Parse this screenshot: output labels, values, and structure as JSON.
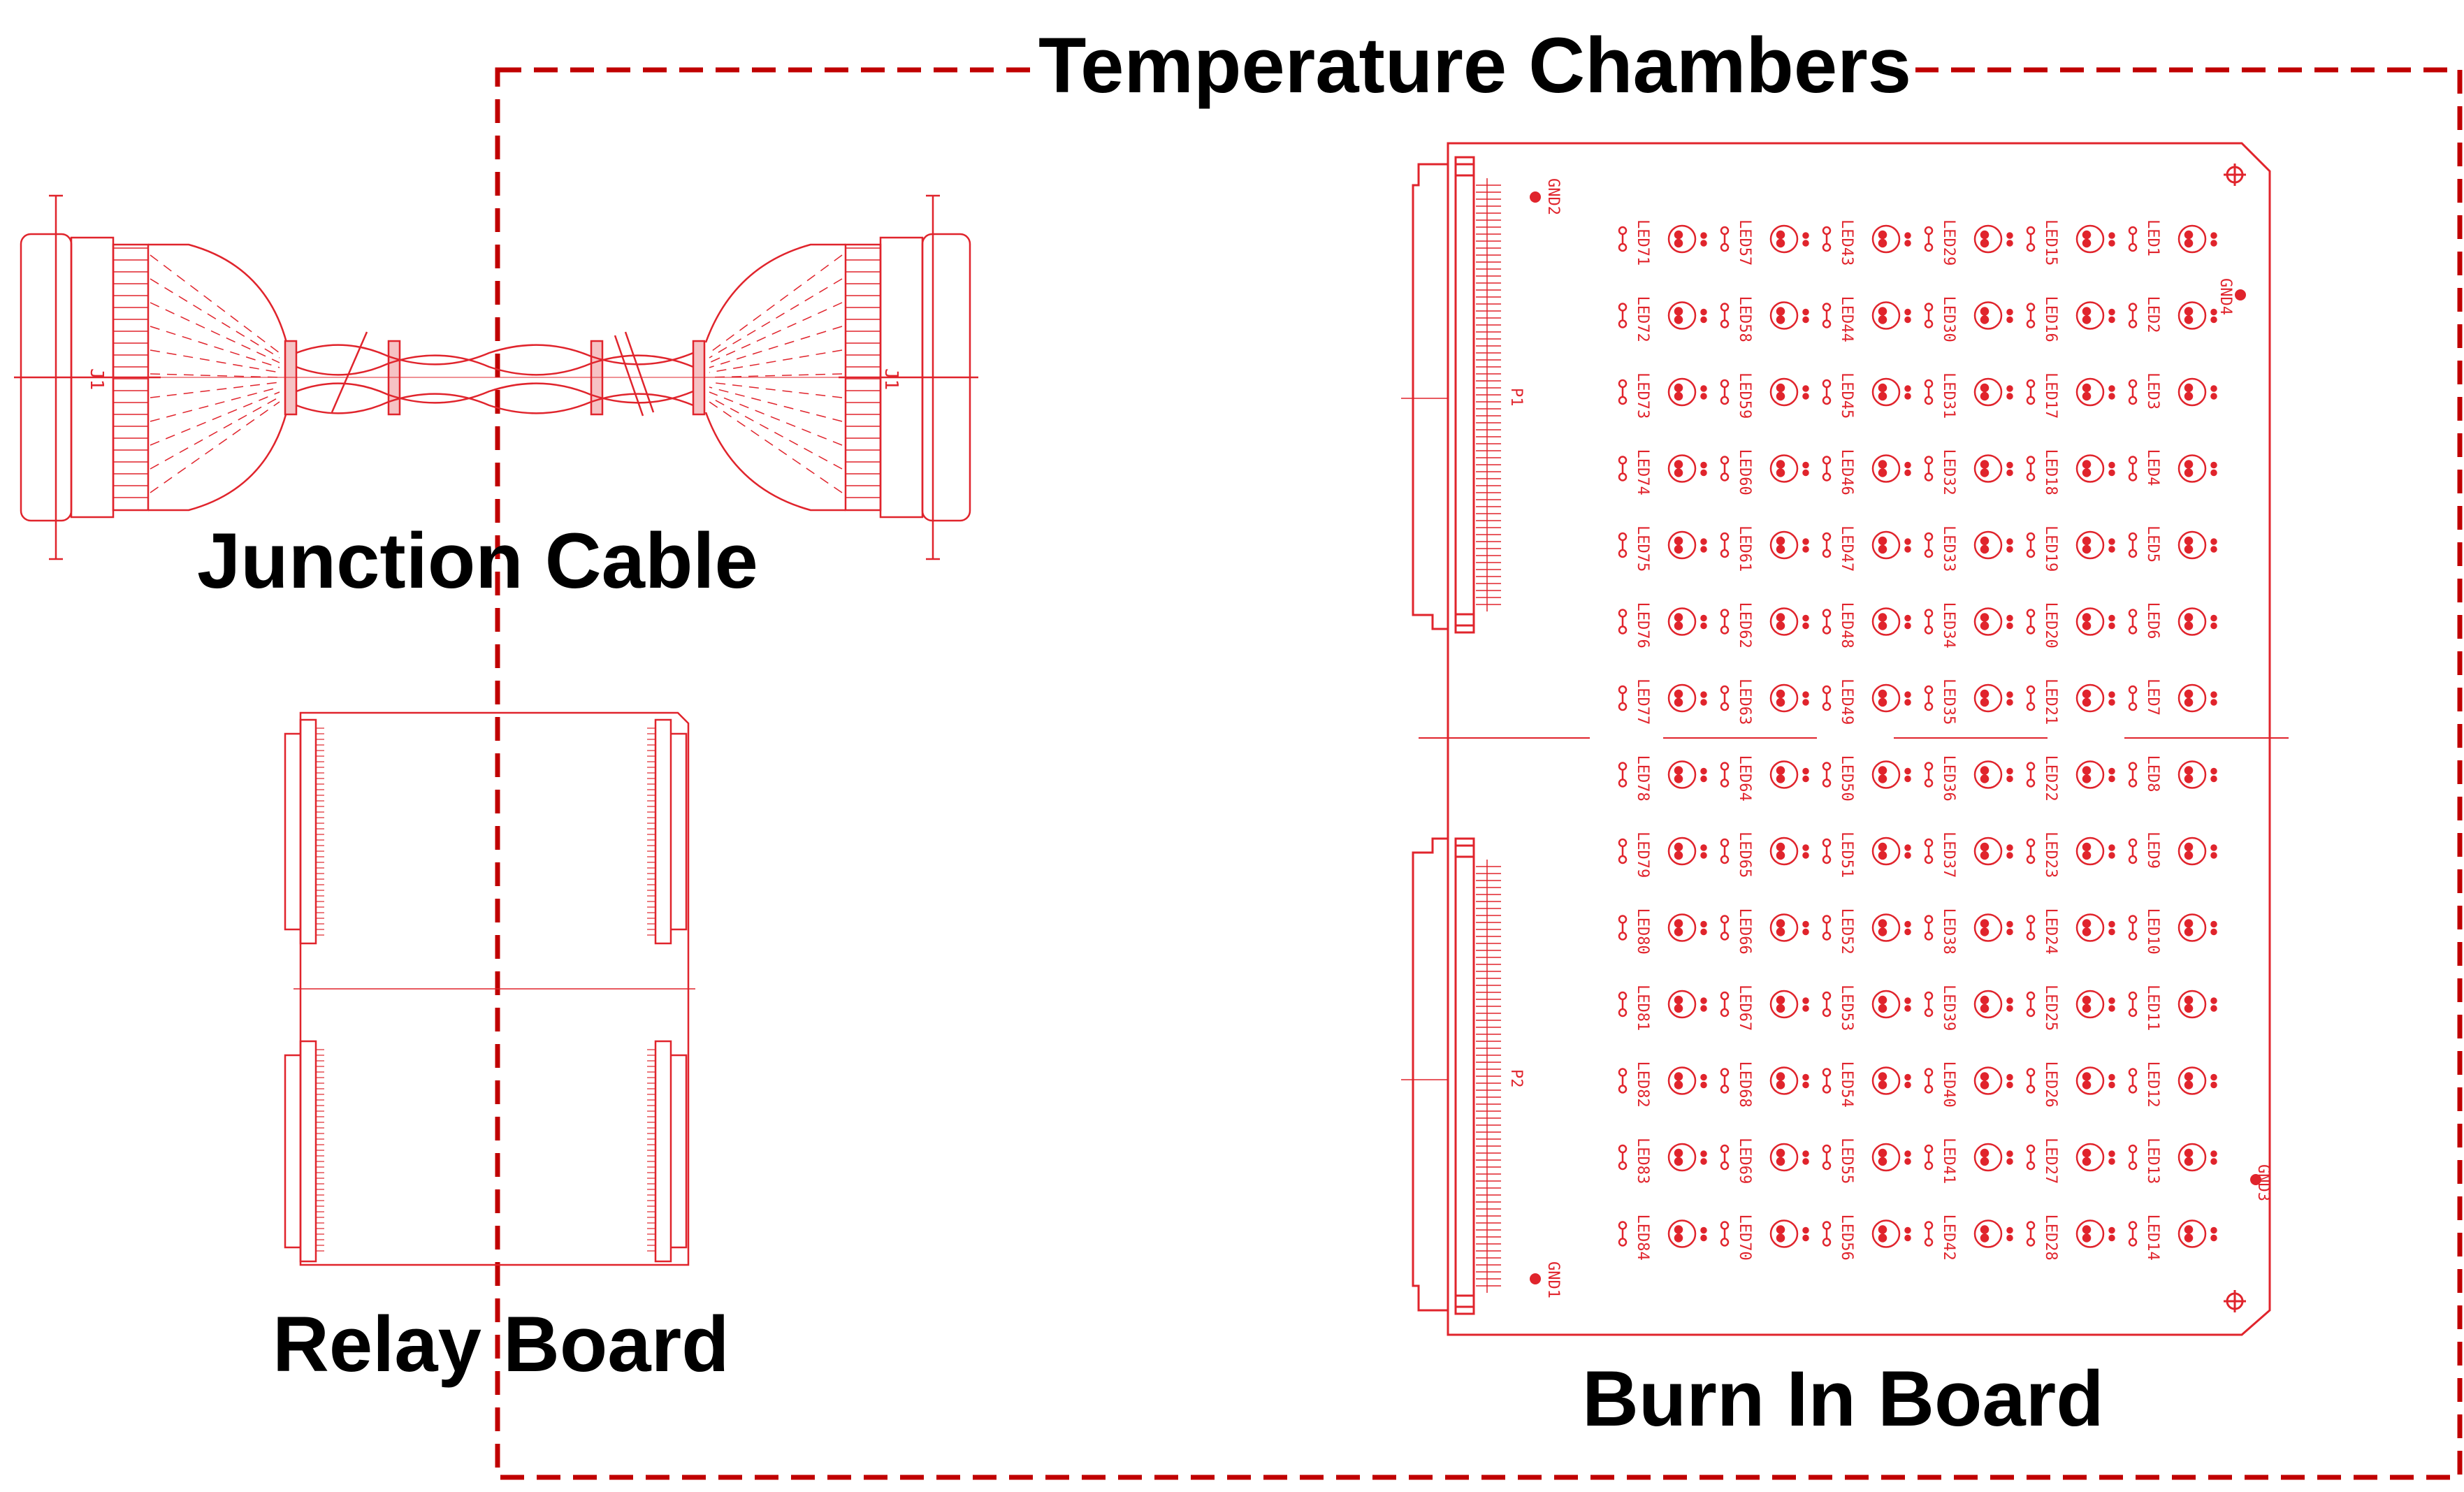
{
  "diagram": {
    "colors": {
      "line": "#e0242c",
      "boundary": "#c00000",
      "text": "#000000"
    },
    "zone": {
      "title": "Temperature Chambers"
    },
    "components": {
      "junction_cable": {
        "label": "Junction Cable",
        "connectors": [
          "J1",
          "J1"
        ]
      },
      "relay_board": {
        "label": "Relay Board"
      },
      "burn_in_board": {
        "label": "Burn In Board",
        "connectors": [
          "P1",
          "P2"
        ],
        "grounds": [
          "GND2",
          "GND4",
          "GND3",
          "GND1"
        ],
        "led_columns": [
          [
            "LED71",
            "LED72",
            "LED73",
            "LED74",
            "LED75",
            "LED76",
            "LED77",
            "LED78",
            "LED79",
            "LED80",
            "LED81",
            "LED82",
            "LED83",
            "LED84"
          ],
          [
            "LED57",
            "LED58",
            "LED59",
            "LED60",
            "LED61",
            "LED62",
            "LED63",
            "LED64",
            "LED65",
            "LED66",
            "LED67",
            "LED68",
            "LED69",
            "LED70"
          ],
          [
            "LED43",
            "LED44",
            "LED45",
            "LED46",
            "LED47",
            "LED48",
            "LED49",
            "LED50",
            "LED51",
            "LED52",
            "LED53",
            "LED54",
            "LED55",
            "LED56"
          ],
          [
            "LED29",
            "LED30",
            "LED31",
            "LED32",
            "LED33",
            "LED34",
            "LED35",
            "LED36",
            "LED37",
            "LED38",
            "LED39",
            "LED40",
            "LED41",
            "LED42"
          ],
          [
            "LED15",
            "LED16",
            "LED17",
            "LED18",
            "LED19",
            "LED20",
            "LED21",
            "LED22",
            "LED23",
            "LED24",
            "LED25",
            "LED26",
            "LED27",
            "LED28"
          ],
          [
            "LED1",
            "LED2",
            "LED3",
            "LED4",
            "LED5",
            "LED6",
            "LED7",
            "LED8",
            "LED9",
            "LED10",
            "LED11",
            "LED12",
            "LED13",
            "LED14"
          ]
        ]
      }
    }
  }
}
